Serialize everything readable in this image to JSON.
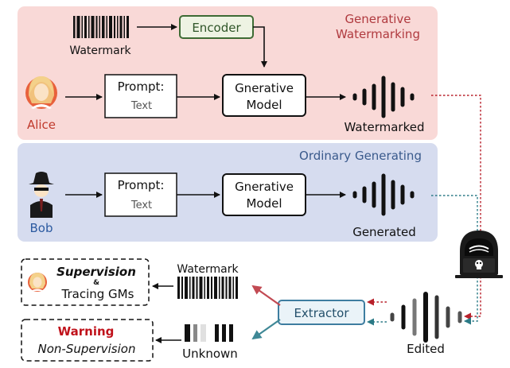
{
  "colors": {
    "generative_panel": "#f9d9d7",
    "ordinary_panel": "#d6dcef",
    "generative_title": "#b03a3f",
    "ordinary_title": "#3a5a8c",
    "alice_text": "#c0392b",
    "bob_text": "#2c5aa0",
    "encoder_border": "#3e6b34",
    "encoder_fill": "#eef3e3",
    "extractor_border": "#3e7da0",
    "extractor_fill": "#eaf3f8",
    "warning_red": "#c0121b",
    "dashed_red": "#b8202a",
    "dashed_teal": "#2b7a86"
  },
  "generative": {
    "title_line1": "Generative",
    "title_line2": "Watermarking",
    "watermark_label": "Watermark",
    "encoder_label": "Encoder",
    "user_name": "Alice",
    "prompt_title": "Prompt:",
    "prompt_text": "Text",
    "model_line1": "Gnerative",
    "model_line2": "Model",
    "output_label": "Watermarked"
  },
  "ordinary": {
    "title": "Ordinary Generating",
    "user_name": "Bob",
    "prompt_title": "Prompt:",
    "prompt_text": "Text",
    "model_line1": "Gnerative",
    "model_line2": "Model",
    "output_label": "Generated"
  },
  "extraction": {
    "extractor_label": "Extractor",
    "edited_label": "Edited",
    "watermark_label": "Watermark",
    "unknown_label": "Unknown",
    "supervision_line1": "Supervision",
    "supervision_amp": "&",
    "supervision_line2": "Tracing GMs",
    "warning_line1": "Warning",
    "warning_line2": "Non-Supervision"
  },
  "icons": {
    "alice": "female-user-icon",
    "bob": "spy-icon",
    "attacker": "hacker-icon",
    "barcode": "barcode-icon",
    "waveform": "audio-waveform-icon"
  }
}
